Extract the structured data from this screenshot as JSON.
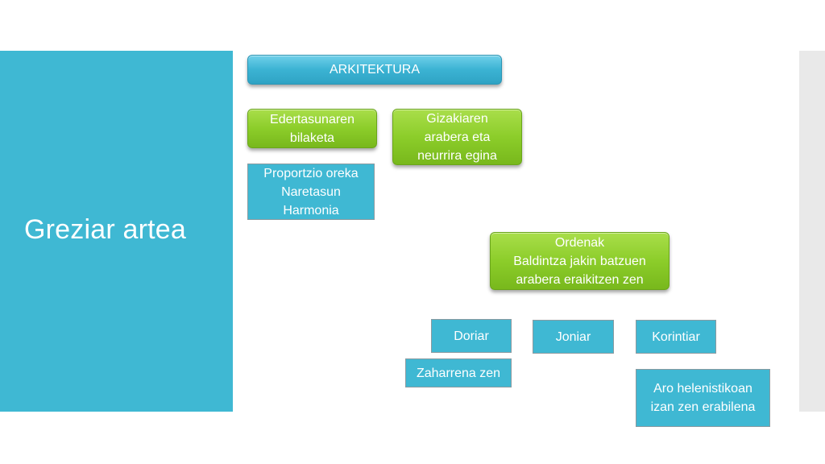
{
  "slide": {
    "title": "Greziar artea"
  },
  "diagram": {
    "root": "ARKITEKTURA",
    "branch_1": {
      "lines": [
        "Edertasunaren",
        "bilaketa"
      ]
    },
    "branch_1_detail": {
      "lines": [
        "Proportzio oreka",
        "Naretasun",
        "Harmonia"
      ]
    },
    "branch_2": {
      "lines": [
        "Gizakiaren",
        "arabera eta",
        "neurrira egina"
      ]
    },
    "orders": {
      "lines": [
        "Ordenak",
        "Baldintza jakin batzuen",
        "arabera eraikitzen zen"
      ]
    },
    "doric": "Doriar",
    "doric_note": "Zaharrena zen",
    "ionic": "Joniar",
    "corinthian": "Korintiar",
    "corinthian_note": {
      "lines": [
        "Aro helenistikoan",
        "izan zen erabilena"
      ]
    }
  },
  "colors": {
    "accent_blue": "#3fb8d3",
    "accent_green": "#8ccd2a",
    "side_strip": "#e9e9e9"
  }
}
